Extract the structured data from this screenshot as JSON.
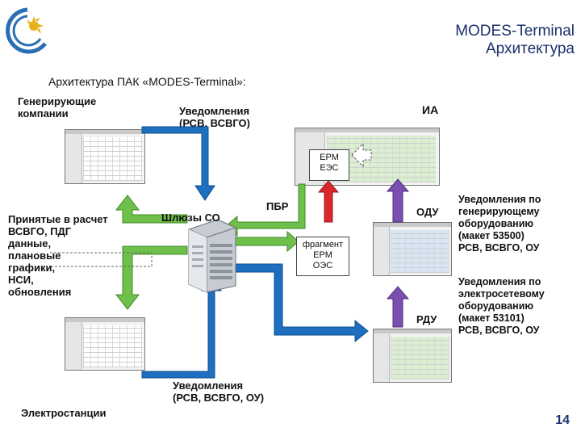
{
  "header": {
    "title_line1": "MODES-Terminal",
    "title_line2": "Архитектура",
    "subtitle": "Архитектура ПАК «MODES-Terminal»:"
  },
  "labels": {
    "gen_companies": [
      "Генерирующие",
      "компании"
    ],
    "notify_top": [
      "Уведомления",
      "(РСВ, ВСВГО)"
    ],
    "ia": "ИА",
    "accepted": [
      "Принятые в расчет",
      "ВСВГО, ПДГ",
      "данные,",
      "плановые",
      "графики,",
      "НСИ,",
      "обновления"
    ],
    "gateways": "Шлюзы СО",
    "pbr": "ПБР",
    "odu": "ОДУ",
    "rdu": "РДУ",
    "notify_bottom": [
      "Уведомления",
      "(РСВ, ВСВГО, ОУ)"
    ],
    "power_plants": "Электростанции",
    "right_notice_1": [
      "Уведомления по",
      "генерирующему",
      "оборудованию",
      "(макет 53500)",
      "РСВ, ВСВГО, ОУ"
    ],
    "right_notice_2": [
      "Уведомления по",
      "электросетевому",
      "оборудованию",
      "(макет 53101)",
      "РСВ, ВСВГО, ОУ"
    ]
  },
  "boxes": {
    "erm_ees": [
      "ЕРМ",
      "ЕЭС"
    ],
    "fragment": [
      "фрагмент",
      "ЕРМ",
      "ОЭС"
    ]
  },
  "page_number": "14",
  "colors": {
    "blue_arrow": "#1f6fc0",
    "green_arrow": "#6fc04a",
    "purple_arrow": "#7b4fb0",
    "red_arrow": "#d9272e",
    "title": "#1b2f6b"
  }
}
